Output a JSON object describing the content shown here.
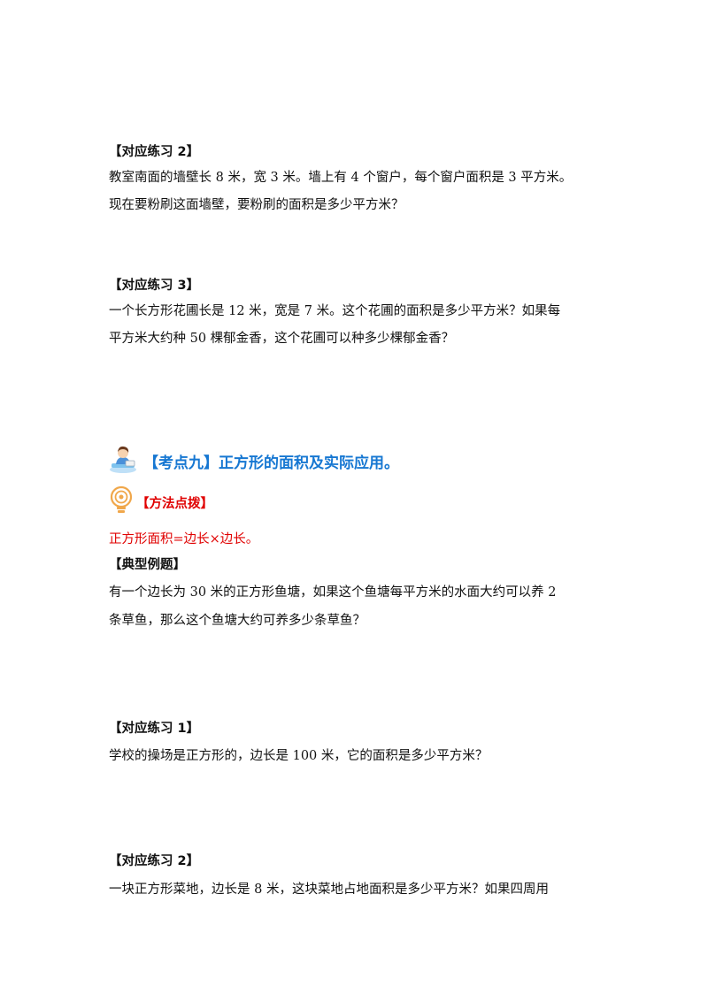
{
  "practice2_top": {
    "heading": "【对应练习 2】",
    "lines": [
      "教室南面的墙壁长 8 米，宽 3 米。墙上有 4 个窗户，每个窗户面积是 3 平方米。",
      "现在要粉刷这面墙壁，要粉刷的面积是多少平方米？"
    ]
  },
  "practice3": {
    "heading": "【对应练习 3】",
    "lines": [
      "一个长方形花圃长是 12 米，宽是 7 米。这个花圃的面积是多少平方米？如果每",
      "平方米大约种 50 棵郁金香，这个花圃可以种多少棵郁金香？"
    ]
  },
  "section9": {
    "title": "【考点九】正方形的面积及实际应用。",
    "method_label": "【方法点拨】",
    "method_text": "正方形面积=边长×边长。",
    "example_heading": "【典型例题】",
    "example_lines": [
      "有一个边长为 30 米的正方形鱼塘，如果这个鱼塘每平方米的水面大约可以养 2",
      "条草鱼，那么这个鱼塘大约可养多少条草鱼？"
    ]
  },
  "practice1": {
    "heading": "【对应练习 1】",
    "lines": [
      "学校的操场是正方形的，边长是 100 米，它的面积是多少平方米？"
    ]
  },
  "practice2_bottom": {
    "heading": "【对应练习 2】",
    "lines": [
      "一块正方形菜地，边长是 8 米，这块菜地占地面积是多少平方米？如果四周用"
    ]
  },
  "colors": {
    "section_title": "#1677d2",
    "method_red": "#e00000",
    "text": "#111111"
  },
  "icons": [
    "student-at-desk-icon",
    "lightbulb-icon"
  ]
}
